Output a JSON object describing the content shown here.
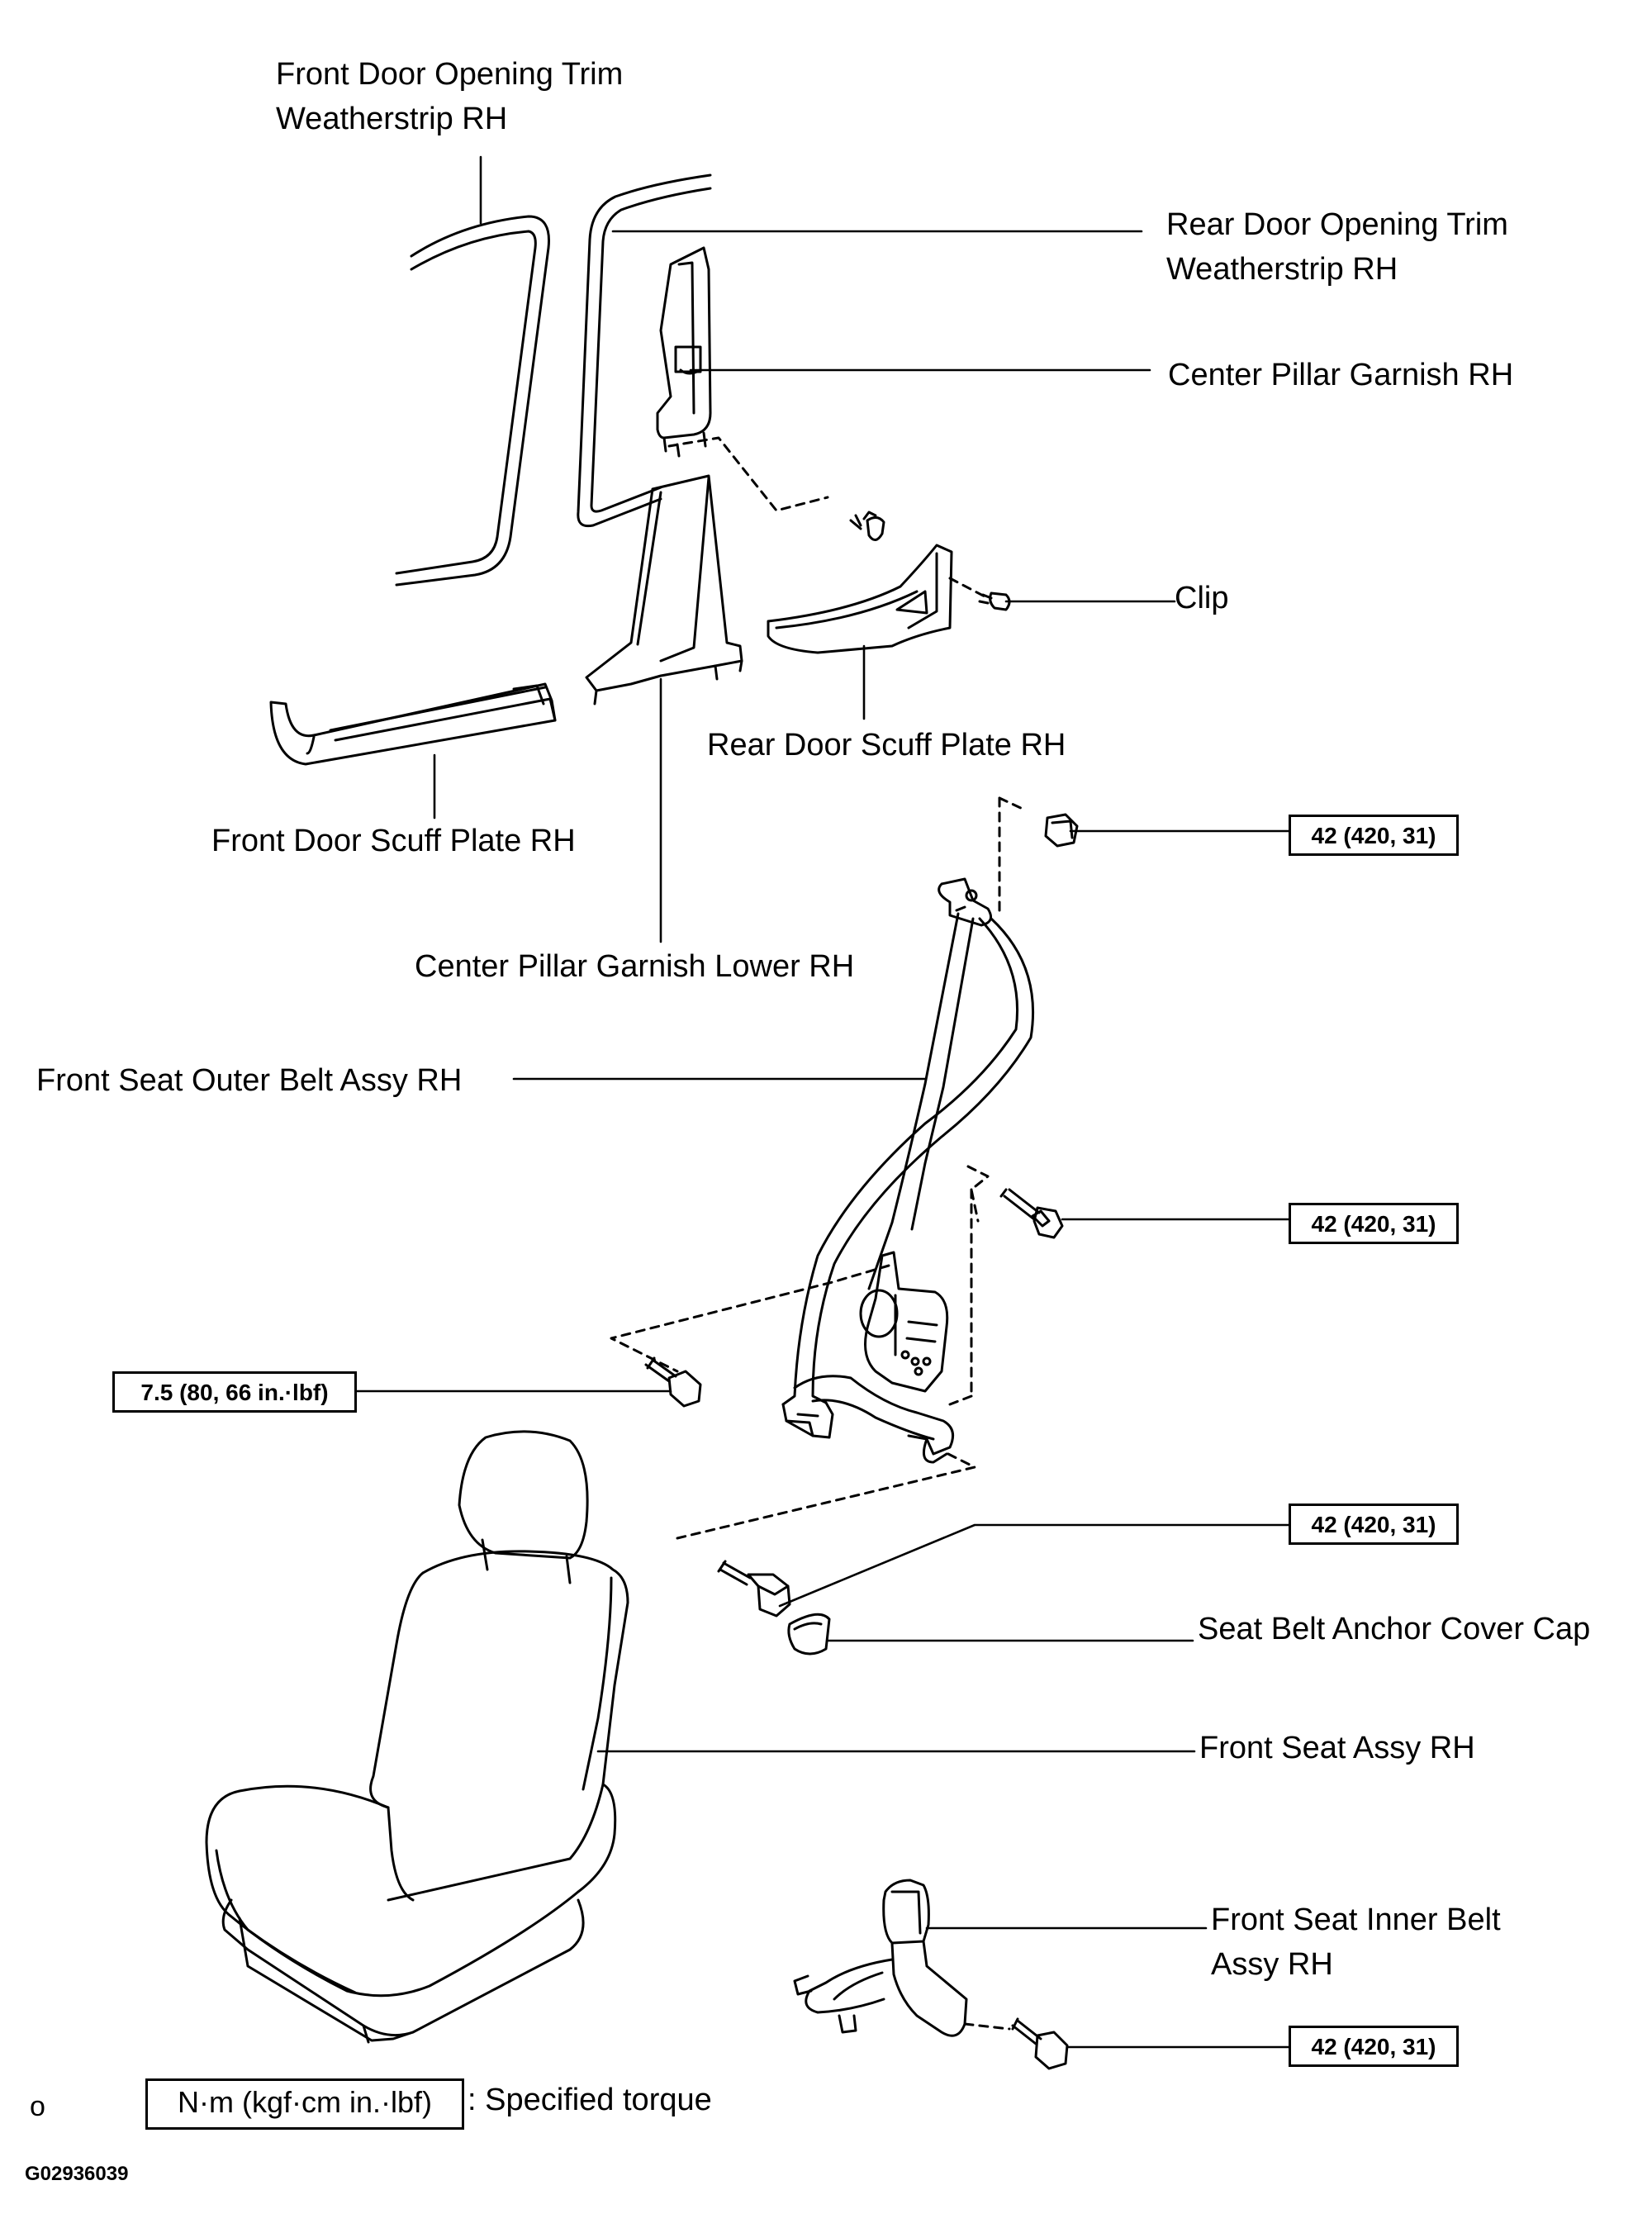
{
  "labels": {
    "front_door_trim_1": "Front Door Opening Trim",
    "front_door_trim_2": "Weatherstrip RH",
    "rear_door_trim_1": "Rear Door Opening Trim",
    "rear_door_trim_2": "Weatherstrip RH",
    "center_pillar_garnish": "Center Pillar Garnish RH",
    "clip": "Clip",
    "rear_door_scuff": "Rear Door Scuff Plate RH",
    "front_door_scuff": "Front Door Scuff Plate RH",
    "center_pillar_lower": "Center Pillar Garnish Lower RH",
    "front_outer_belt": "Front Seat Outer Belt Assy RH",
    "anchor_cover": "Seat Belt Anchor Cover Cap",
    "front_seat": "Front Seat Assy RH",
    "inner_belt_1": "Front Seat Inner Belt",
    "inner_belt_2": "Assy RH"
  },
  "torques": {
    "t1": "42 (420, 31)",
    "t2": "42 (420, 31)",
    "t3": "7.5 (80, 66 in.·lbf)",
    "t4": "42 (420, 31)",
    "t5": "42 (420, 31)"
  },
  "legend": {
    "marker": "o",
    "box": "N·m (kgf·cm in.·lbf)",
    "text": ": Specified torque"
  },
  "figure_code": "G02936039"
}
